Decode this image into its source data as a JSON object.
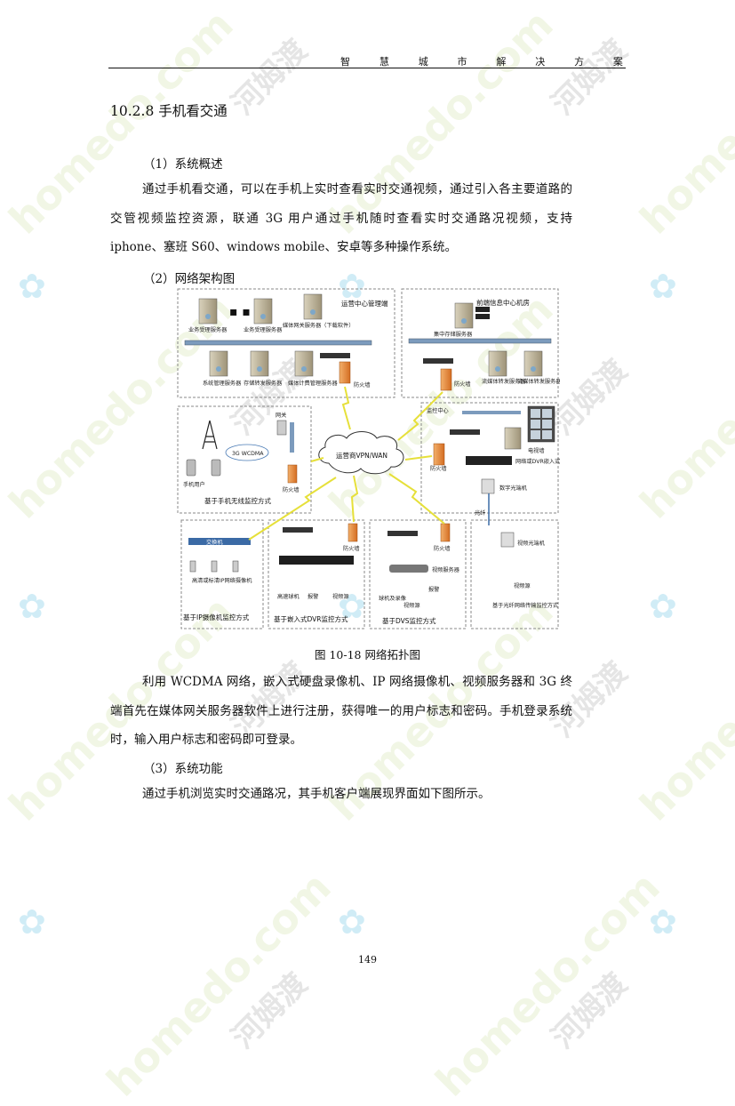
{
  "header": {
    "chars": [
      "智",
      "慧",
      "城",
      "市",
      "解",
      "决",
      "方",
      "案"
    ]
  },
  "section_title": "10.2.8 手机看交通",
  "sub1": "（1）系统概述",
  "para1": "通过手机看交通，可以在手机上实时查看实时交通视频，通过引入各主要道路的交管视频监控资源，联通 3G 用户通过手机随时查看实时交通路况视频，支持 iphone、塞班 S60、windows mobile、安卓等多种操作系统。",
  "sub2": "（2）网络架构图",
  "diagram": {
    "cloud_label": "运营商VPN/WAN",
    "ops_center": "运营中心管理端",
    "front_center": "前端信息中心机房",
    "monitor_center": "监控中心",
    "servers_top": [
      "业务受理服务器",
      "业务受理服务器",
      "媒体网关服务器（下载软件）"
    ],
    "servers_mid": [
      "系统管理服务器",
      "存储转发服务器",
      "媒体计费管理服务器"
    ],
    "firewall": "防火墙",
    "front_servers": [
      "集中存储服务器",
      "流媒体转发服务器",
      "流媒体转发服务器"
    ],
    "mobile_box": "基于手机无线监控方式",
    "mobile_labels": [
      "3G WCDMA",
      "手机用户",
      "网关"
    ],
    "ipcam_box": "基于IP摄像机监控方式",
    "ipcam_label": "高清或标清IP网络摄像机",
    "switch": "交换机",
    "dvr_box": "基于嵌入式DVR监控方式",
    "dvr_labels": [
      "高速球机",
      "报警",
      "视频源"
    ],
    "dvs_box": "基于DVS监控方式",
    "dvs_labels": [
      "视频服务器",
      "球机及录像",
      "报警",
      "视频源"
    ],
    "fiber_box": "基于光纤网络传输监控方式",
    "fiber_labels": [
      "视频光端机",
      "视频源",
      "光纤"
    ],
    "monitor_labels": [
      "电视墙",
      "网络或DVR嵌入式主机",
      "数字光端机"
    ]
  },
  "caption": "图 10-18 网络拓扑图",
  "para2": "利用 WCDMA 网络，嵌入式硬盘录像机、IP 网络摄像机、视频服务器和 3G 终端首先在媒体网关服务器软件上进行注册，获得唯一的用户标志和密码。手机登录系统时，输入用户标志和密码即可登录。",
  "sub3": "（3）系统功能",
  "para3": "通过手机浏览实时交通路况，其手机客户端展现界面如下图所示。",
  "page_number": "149",
  "watermark": {
    "latin": "homedo.com",
    "chinese": "河姆渡"
  },
  "colors": {
    "watermark_green": "#cddea0",
    "watermark_blue": "#78c8e6",
    "firewall_orange": "#e8893a",
    "link_yellow": "#e6e03a",
    "dashed_box": "#888888"
  }
}
